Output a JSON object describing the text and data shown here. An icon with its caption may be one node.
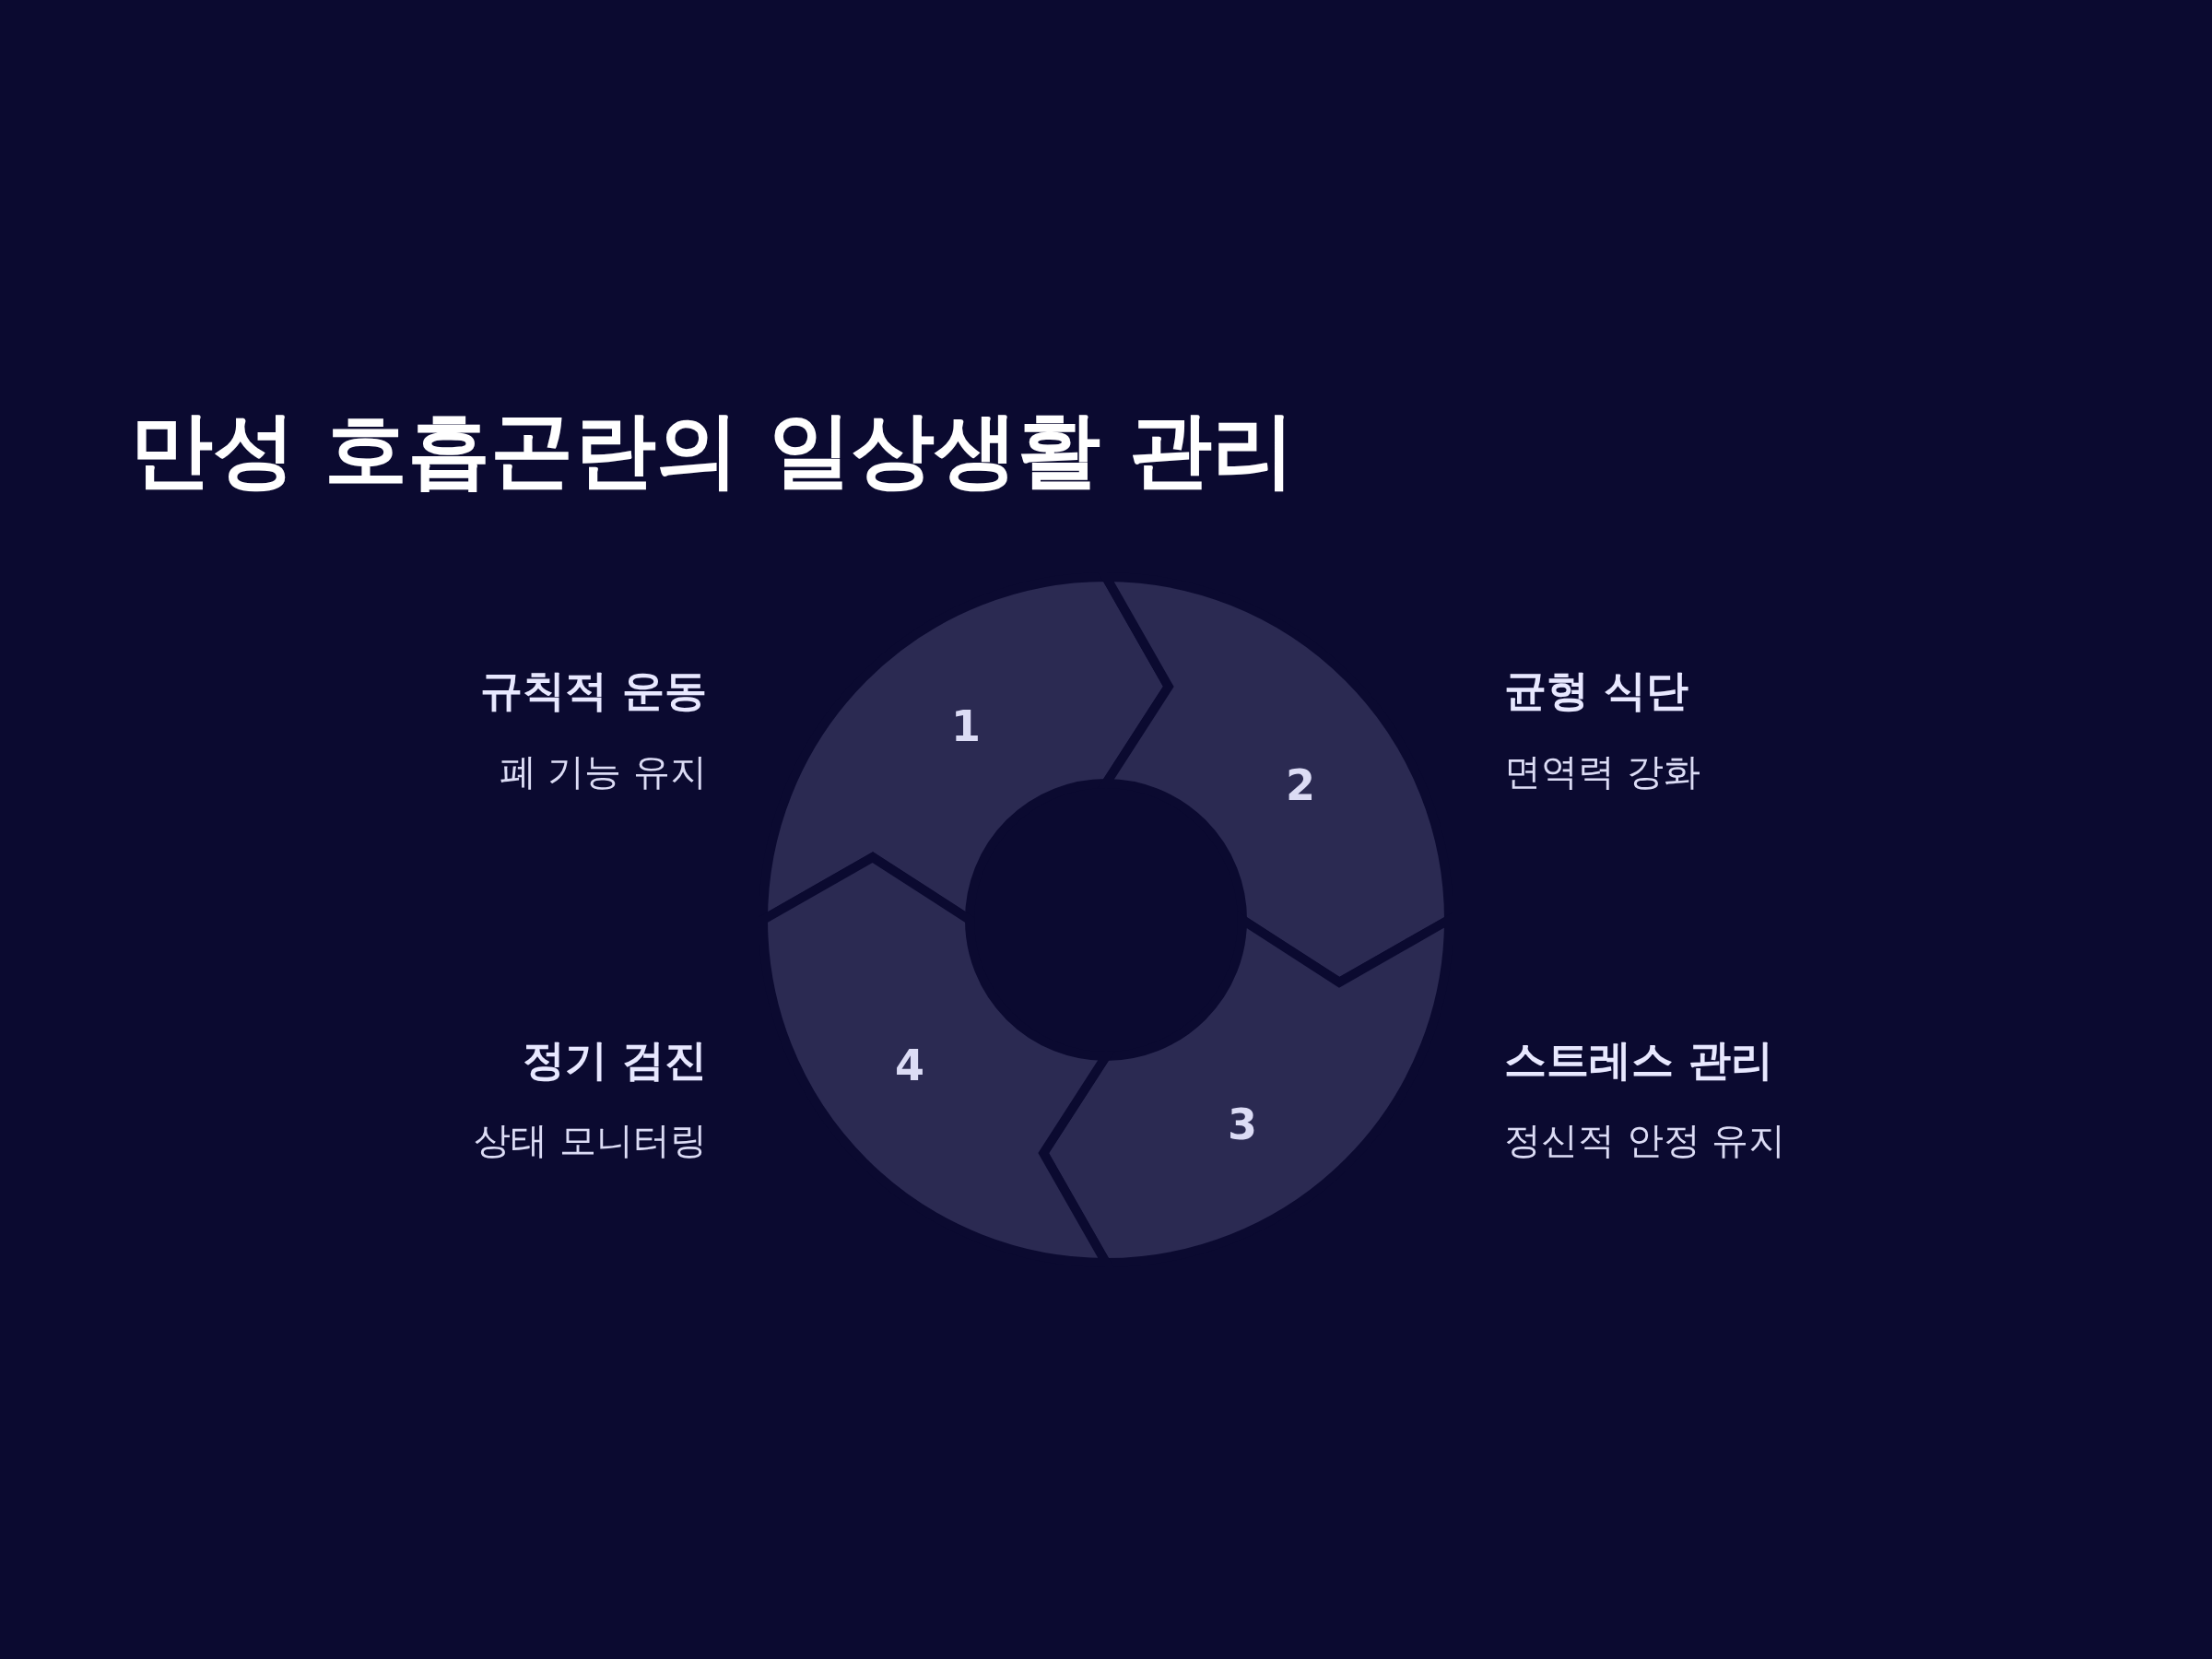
{
  "diagram": {
    "title": "만성 호흡곤란의 일상생활 관리",
    "nodes": [
      {
        "text": [
          "1"
        ],
        "beside": [
          "규칙적 운동",
          "폐 기능 유지"
        ]
      },
      {
        "text": [
          "2"
        ],
        "beside": [
          "균형 식단",
          "면역력 강화"
        ]
      },
      {
        "text": [
          "3"
        ],
        "beside": [
          "스트레스 관리",
          "정신적 안정 유지"
        ]
      },
      {
        "text": [
          "4"
        ],
        "beside": [
          "정기 검진",
          "상태 모니터링"
        ]
      }
    ]
  }
}
